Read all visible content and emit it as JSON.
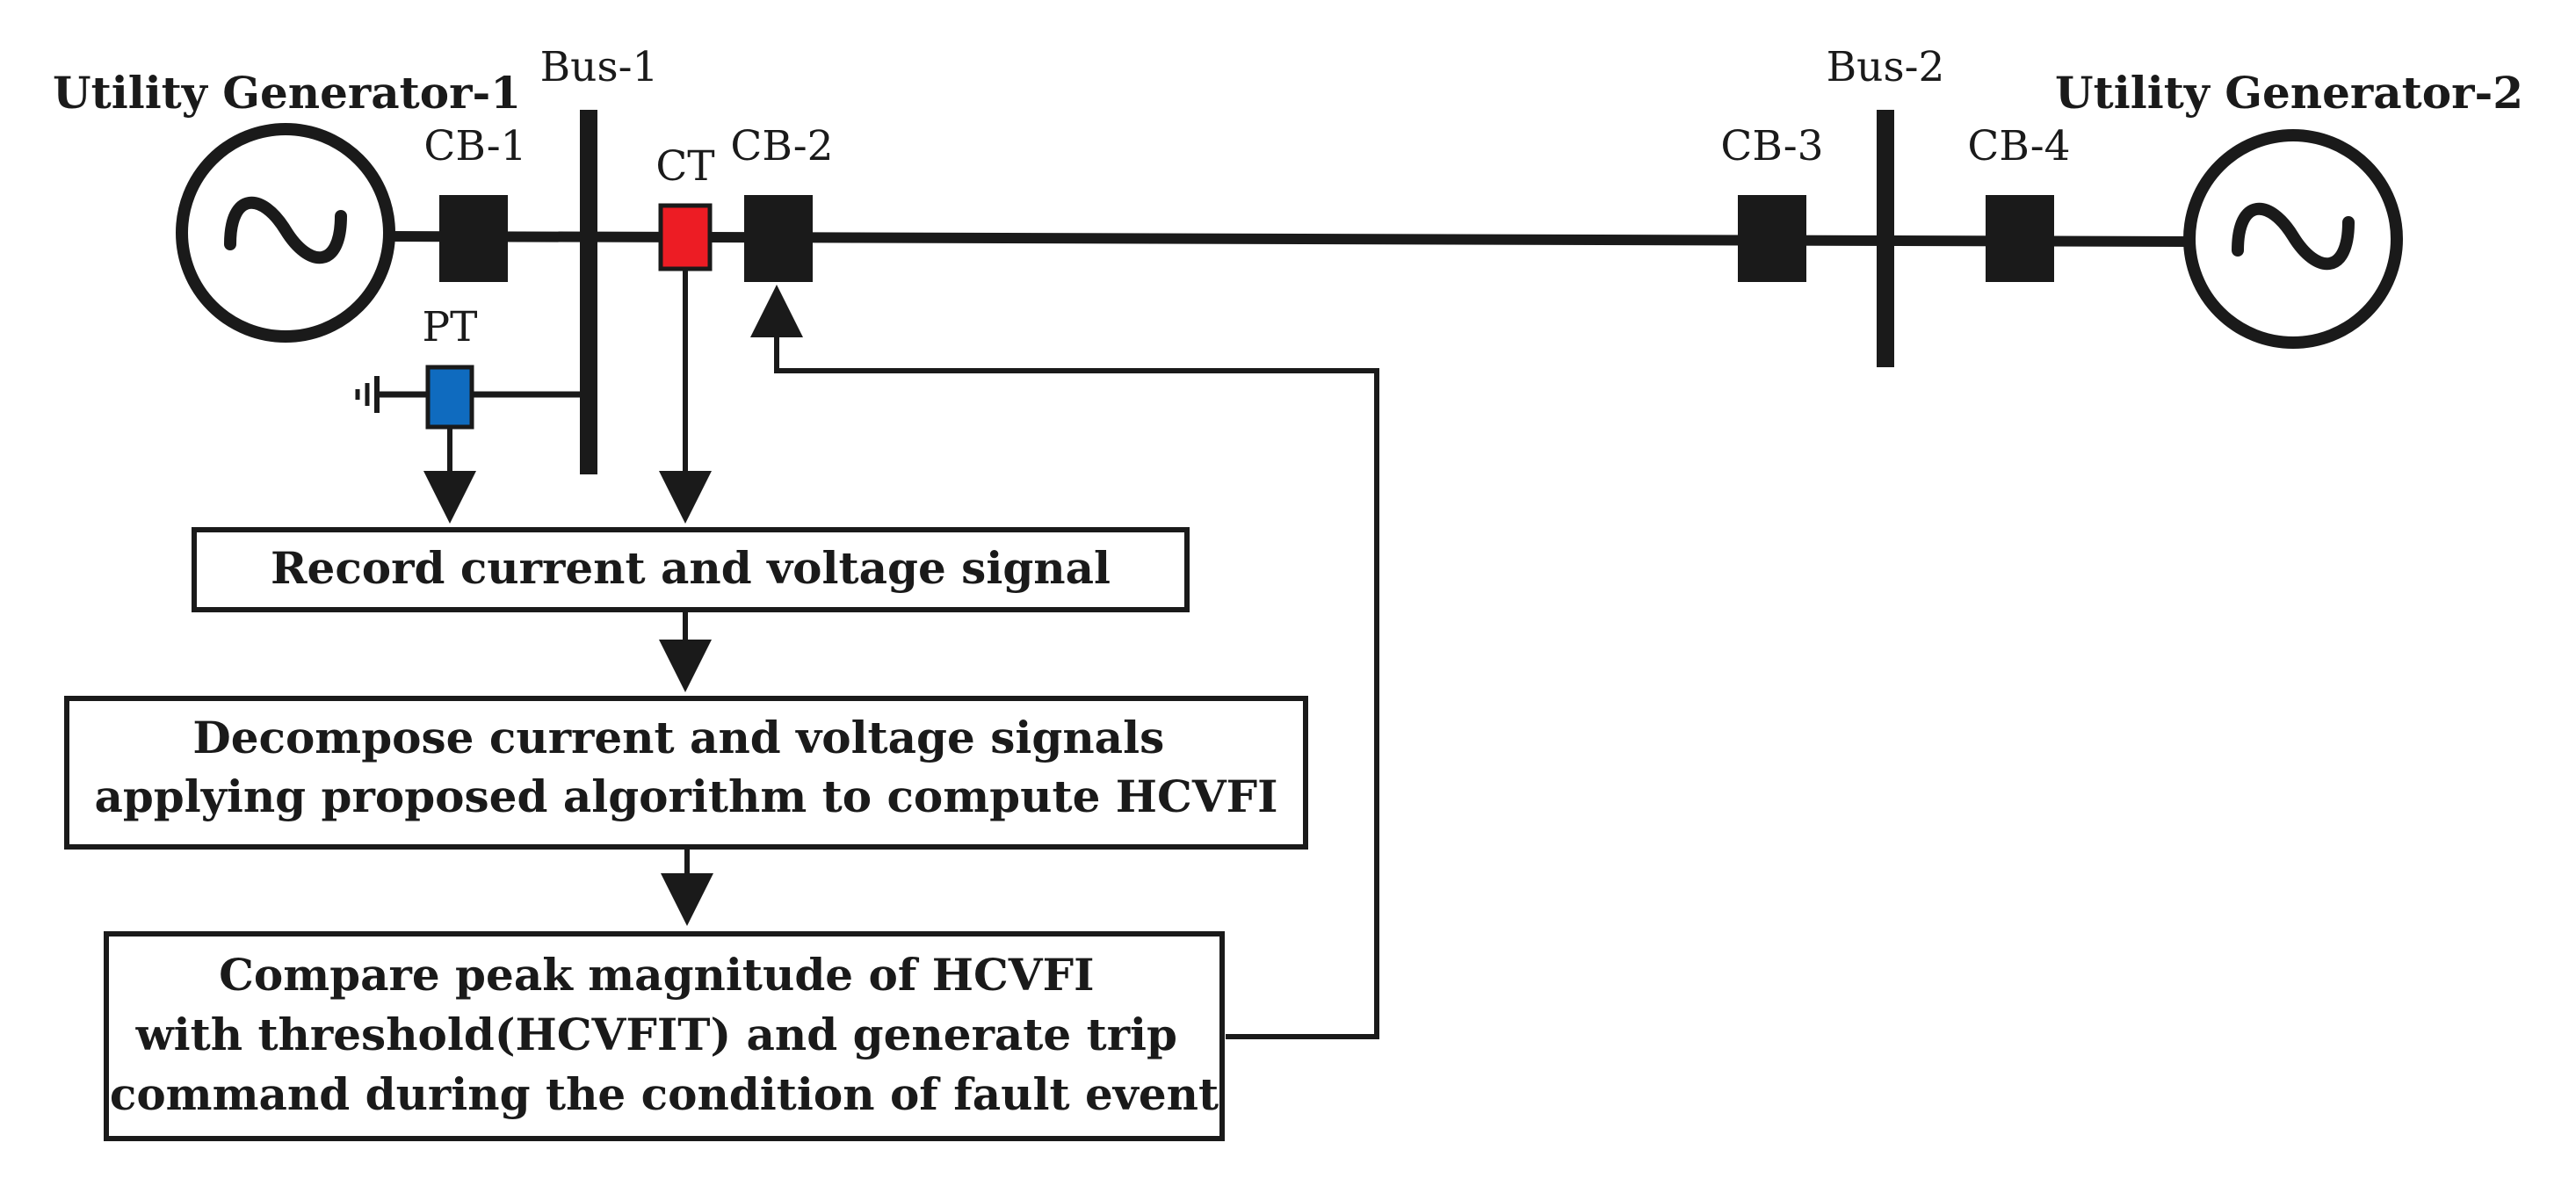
{
  "generators": {
    "left_title": "Utility Generator-1",
    "right_title": "Utility Generator-2"
  },
  "labels": {
    "bus1": "Bus-1",
    "bus2": "Bus-2",
    "cb1": "CB-1",
    "cb2": "CB-2",
    "cb3": "CB-3",
    "cb4": "CB-4",
    "ct": "CT",
    "pt": "PT"
  },
  "steps": {
    "record": [
      "Record current and voltage signal"
    ],
    "decompose": [
      "Decompose current and voltage signals",
      "applying proposed algorithm to compute HCVFI"
    ],
    "compare": [
      "Compare peak magnitude of HCVFI",
      "with threshold(HCVFIT) and generate trip",
      "command during the condition of fault event"
    ]
  },
  "colors": {
    "line": "#1a1a1a",
    "breaker": "#1a1a1a",
    "ct": "#ed1c24",
    "pt": "#0f6bbf"
  }
}
